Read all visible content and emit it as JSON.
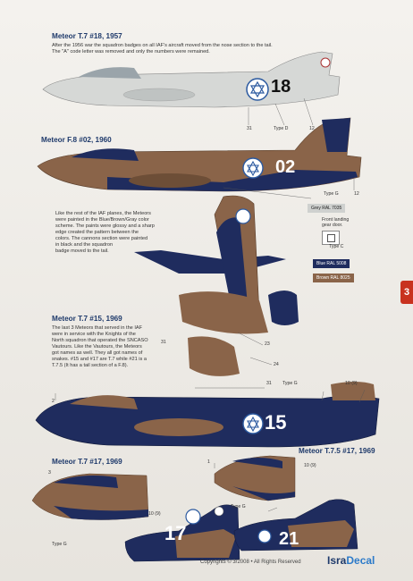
{
  "page_number": "3",
  "colors": {
    "grey": "#cfd1cf",
    "blue": "#1f2c5e",
    "brown": "#8a6449",
    "accent": "#1f3a6b",
    "tab_red": "#c8321f"
  },
  "sections": [
    {
      "title": "Meteor T.7 #18, 1957",
      "text": [
        "After the 1956 war the squadron badges on all IAF's aircraft moved from the nose section to the tail.",
        "The \"A\" code letter was removed and only the numbers were remained."
      ],
      "aircraft_number": "18",
      "callouts": [
        "31",
        "Type D",
        "12"
      ]
    },
    {
      "title": "Meteor F.8 #02, 1960",
      "aircraft_number": "02",
      "callouts": [
        "Type G",
        "12"
      ]
    },
    {
      "text": [
        "Like the rest of the IAF planes, the Meteors",
        "were painted in the Blue/Brown/Gray color",
        "scheme. The paints were glossy and a sharp",
        "edge created the pattern between the",
        "colors. The cannons section were painted",
        "in black and the squadron",
        "badge moved to the tail."
      ],
      "swatches": [
        "Grey RAL 7035",
        "Blue RAL 5008",
        "Brown RAL 8025"
      ],
      "landing_gear_note": [
        "Front landing",
        "gear door."
      ],
      "landing_gear_type": "Type C"
    },
    {
      "title": "Meteor T.7 #15, 1969",
      "text": [
        "The last 3 Meteors that served in the IAF",
        "were in service with the Knights of the",
        "North squadron that operated the SNCASO",
        "Vautours. Like the Vautours, the Meteors",
        "got names as well. They all got names of",
        "snakes. #15 and #17 are T.7 while #21 is a",
        "T.7.5 (It has a tail section of a F.8)."
      ],
      "aircraft_number": "15",
      "callouts": [
        "31",
        "23",
        "24",
        "31",
        "Type G",
        "10 (9)",
        "2"
      ]
    },
    {
      "title": "Meteor T.7 #17, 1969",
      "aircraft_number": "17",
      "callouts": [
        "3",
        "10 (9)",
        "Type G"
      ]
    },
    {
      "title": "Meteor T.7.5 #17, 1969",
      "aircraft_number": "21",
      "callouts": [
        "1",
        "10 (9)",
        "Type G"
      ]
    }
  ],
  "footer": {
    "copyright": "Copyrights © 3/2008 • All Rights Reserved",
    "brand_part1": "Isra",
    "brand_part2": "Decal"
  }
}
